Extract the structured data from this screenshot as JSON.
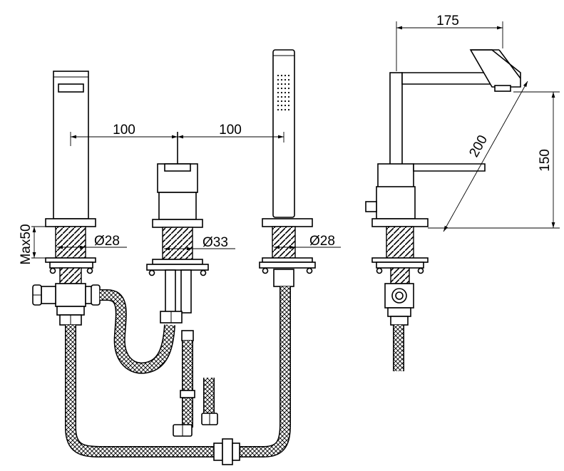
{
  "dimensions": {
    "spacing_left": "100",
    "spacing_right": "100",
    "dia_left": "Ø28",
    "dia_center": "Ø33",
    "dia_right": "Ø28",
    "max_deck": "Max50",
    "reach": "175",
    "height": "150",
    "spout_length": "200"
  }
}
